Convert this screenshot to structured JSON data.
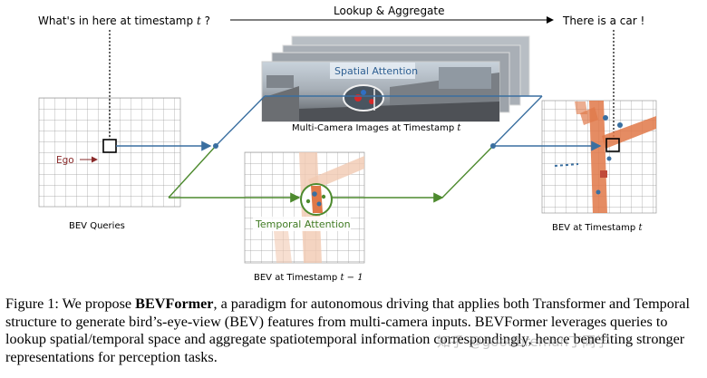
{
  "figure": {
    "top_question": "What's in here at timestamp",
    "top_question_var": "t",
    "top_question_end": "?",
    "lookup_label": "Lookup & Aggregate",
    "answer": "There is a car !",
    "ego_label": "Ego",
    "spatial_attention": "Spatial Attention",
    "temporal_attention": "Temporal Attention",
    "multicam_label": "Multi-Camera Images at Timestamp",
    "multicam_var": "t",
    "bev_queries_label": "BEV Queries",
    "bev_now_label": "BEV at Timestamp",
    "bev_now_var": "t",
    "bev_prev_label": "BEV at Timestamp",
    "bev_prev_var": "t − 1",
    "colors": {
      "spatial": "#3a6fa0",
      "temporal": "#4d8a2e",
      "ego": "#8a2b2b",
      "road": "#e07848"
    }
  },
  "caption": {
    "prefix": "Figure 1: We propose ",
    "name": "BEVFormer",
    "rest": ", a paradigm for autonomous driving that applies both Transformer and Temporal structure to generate bird’s-eye-view (BEV) features from multi-camera inputs. BEVFormer leverages queries to lookup spatial/temporal space and aggregate spatiotemporal information correspondingly, hence benefiting stronger representations for perception tasks."
  },
  "watermark": "知乎 @goodbreman丁同学"
}
